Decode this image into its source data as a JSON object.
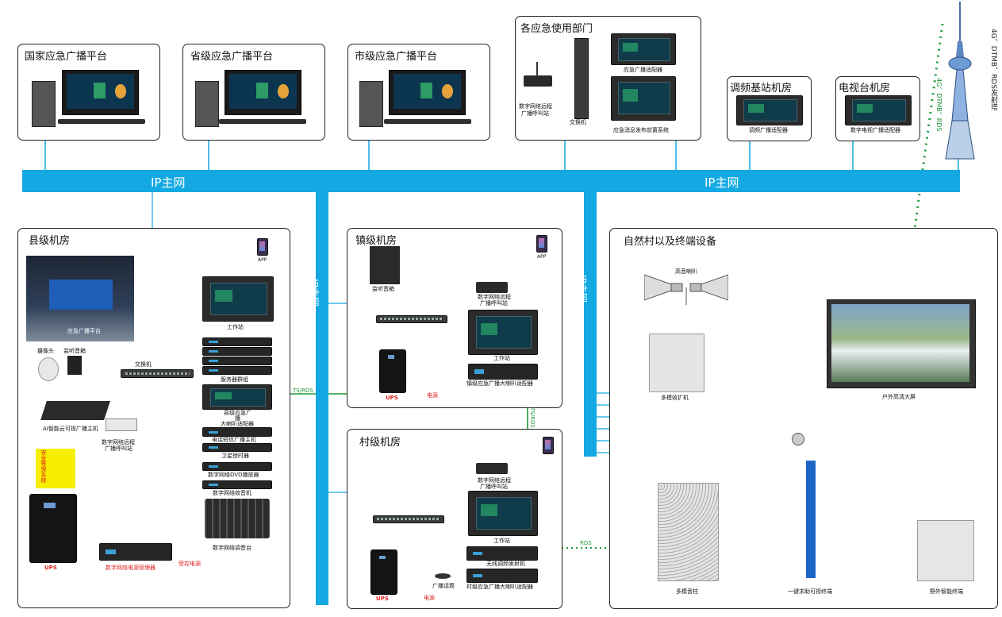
{
  "colors": {
    "bus": "#14a9e2",
    "line": "#14a9e2",
    "red": "#e02020",
    "green": "#1c9a3a"
  },
  "top_boxes": {
    "national": "国家应急广播平台",
    "provincial": "省级应急广播平台",
    "municipal": "市级应急广播平台",
    "departments": "各应急使用部门",
    "fm_station": "调频基站机房",
    "tv_station": "电视台机房"
  },
  "departments": {
    "adapter": "应急广播适配器",
    "terminal_1": "数字网络远程",
    "terminal_2": "广播呼叫站",
    "switch": "交换机",
    "frontend": "应急消息发布前置系统"
  },
  "fm_adapter": "调频广播适配器",
  "tv_adapter": "数字电视广播适配器",
  "tower": {
    "title": "4G、DTMB、RDS发射塔",
    "signal": "4G、DTMB、RDS"
  },
  "bus": {
    "left": "IP主网",
    "right": "IP主网",
    "vert1": "IP主网",
    "vert2": "IP主网"
  },
  "county": {
    "title": "县级机房",
    "app": "APP",
    "screen": "应急广播平台",
    "camera": "摄像头",
    "speaker": "监听音箱",
    "switch": "交换机",
    "ai_host": "AI智能云可视广播主机",
    "terminal_1": "数字网络远程",
    "terminal_2": "广播呼叫站",
    "security": "安全等保系统",
    "workstation": "工作站",
    "servers": "服务器群组",
    "adapter_1": "县级应急广",
    "adapter_2": "播",
    "adapter_3": "大喇叭适配器",
    "sms": "电话短信广播主机",
    "satellite": "卫星授时器",
    "dvd": "数字网络DVD播放器",
    "radio": "数字网络收音机",
    "mixer": "数字网络调音台",
    "ups": "UPS",
    "power_mgr": "数字网络电源管理器",
    "power_ctrl": "受控电源",
    "ts_rds": "TS/RDS"
  },
  "town": {
    "title": "镇级机房",
    "app": "APP",
    "cabinet": "监听音箱",
    "terminal_1": "数字网络远程",
    "terminal_2": "广播呼叫站",
    "workstation": "工作站",
    "adapter": "镇级应急广播大喇叭适配器",
    "ups": "UPS",
    "power": "电源",
    "ts_rds": "TS/RDS"
  },
  "village": {
    "title": "村级机房",
    "terminal_1": "数字网络远程",
    "terminal_2": "广播呼叫站",
    "workstation": "工作站",
    "fm_tx": "无线调频发射机",
    "adapter": "村级应急广播大喇叭适配器",
    "mic": "广播话筒",
    "ups": "UPS",
    "power": "电源",
    "rds": "RDS"
  },
  "terminals": {
    "title": "自然村以及终端设备",
    "horn": "高音喇叭",
    "receiver": "多模收扩机",
    "display": "户外高清大屏",
    "column": "多模音柱",
    "sos": "一键求助可视终端",
    "outdoor": "野外智能终端"
  }
}
